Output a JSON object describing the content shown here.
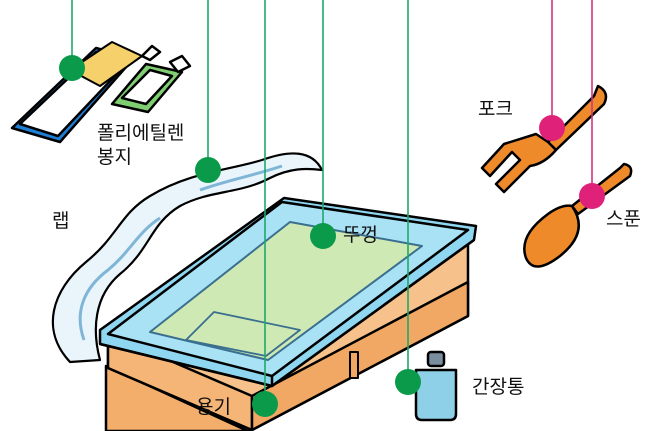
{
  "labels": {
    "polyethylene_bag": "폴리에틸렌\n봉지",
    "wrap": "랩",
    "lid": "뚜껑",
    "container": "용기",
    "soy_sauce_bottle": "간장통",
    "fork": "포크",
    "spoon": "스푼"
  },
  "colors": {
    "green_marker": "#0a9a4a",
    "green_line": "#1fa86a",
    "magenta_marker": "#e0217a",
    "magenta_line": "#d1347f",
    "tray_lid": "#7fd0ee",
    "tray_body": "#f7c18c",
    "utensil": "#ee8a2a"
  },
  "icons": [
    "chopsticks-wrapper-icon",
    "wrap-film-icon",
    "tray-icon",
    "soy-bottle-icon",
    "fork-icon",
    "spoon-icon"
  ]
}
